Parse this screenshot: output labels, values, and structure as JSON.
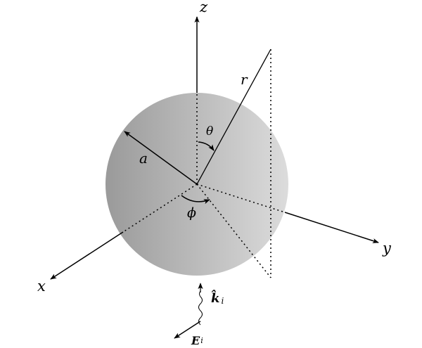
{
  "labels": {
    "z_axis": "z",
    "y_axis": "y",
    "x_axis": "x",
    "radius_r": "r",
    "polar_angle": "θ",
    "azimuth_angle": "ϕ",
    "sphere_radius": "a",
    "wave_vector": "k̂",
    "wave_vector_sub": "i",
    "field": "E",
    "field_sub": "i"
  },
  "colors": {
    "sphere_dark": "#9a9a9a",
    "sphere_light": "#dcdcdc",
    "stroke": "#000000"
  }
}
